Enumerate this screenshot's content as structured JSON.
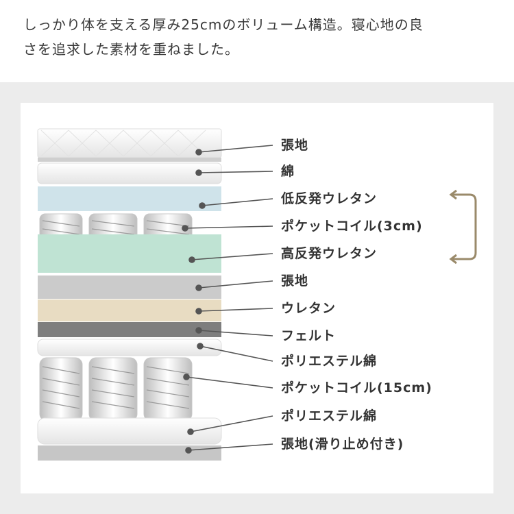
{
  "intro": {
    "line1": "しっかり体を支える厚み25cmのボリューム構造。寝心地の良",
    "line2": "さを追求した素材を重ねました。"
  },
  "layers": [
    {
      "label": "張地"
    },
    {
      "label": "綿"
    },
    {
      "label": "低反発ウレタン"
    },
    {
      "label": "ポケットコイル(3cm)"
    },
    {
      "label": "高反発ウレタン"
    },
    {
      "label": "張地"
    },
    {
      "label": "ウレタン"
    },
    {
      "label": "フェルト"
    },
    {
      "label": "ポリエステル綿"
    },
    {
      "label": "ポケットコイル(15cm)"
    },
    {
      "label": "ポリエステル綿"
    },
    {
      "label": "張地(滑り止め付き)"
    }
  ],
  "colors": {
    "band": "#ececec",
    "low_foam": "#cfe3ea",
    "high_foam": "#bfe3d3",
    "urethane": "#e8dcc2",
    "felt": "#7e7e7e",
    "fabric_grey": "#c9c9c9",
    "bracket": "#9a8a6a"
  }
}
